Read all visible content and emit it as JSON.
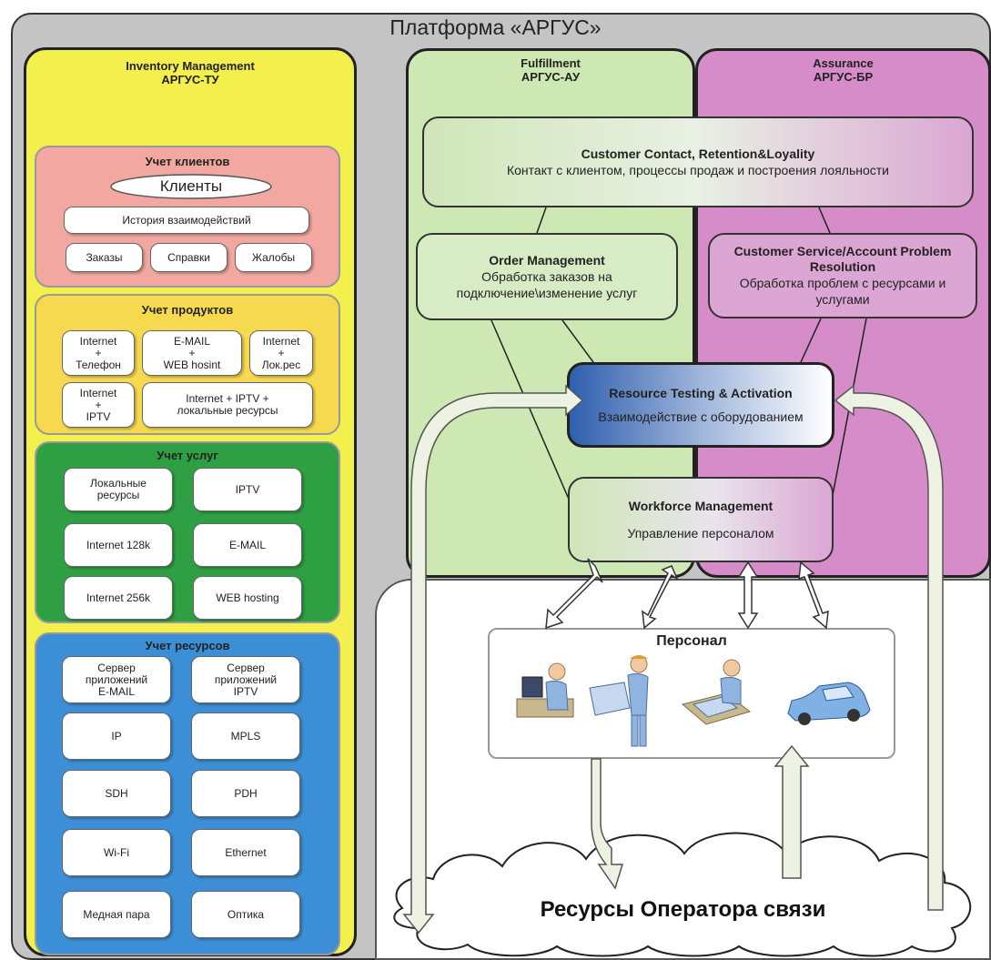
{
  "platform": {
    "title": "Платформа «АРГУС»"
  },
  "inventory": {
    "title_en": "Inventory Management",
    "title_ru": "АРГУС-ТУ",
    "clients": {
      "title": "Учет клиентов",
      "oval": "Клиенты",
      "history": "История взаимодействий",
      "items": [
        "Заказы",
        "Справки",
        "Жалобы"
      ]
    },
    "products": {
      "title": "Учет продуктов",
      "items": [
        "Internet\n+\nТелефон",
        "E-MAIL\n+\nWEB hosint",
        "Internet\n+\nЛок.рес",
        "Internet\n+\nIPTV",
        "Internet + IPTV +\nлокальные ресурсы"
      ]
    },
    "services": {
      "title": "Учет услуг",
      "items": [
        "Локальные\nресурсы",
        "IPTV",
        "Internet 128k",
        "E-MAIL",
        "Internet 256k",
        "WEB hosting"
      ]
    },
    "resources": {
      "title": "Учет ресурсов",
      "items": [
        "Сервер\nприложений\nE-MAIL",
        "Сервер\nприложений\nIPTV",
        "IP",
        "MPLS",
        "SDH",
        "PDH",
        "Wi-Fi",
        "Ethernet",
        "Медная пара",
        "Оптика"
      ]
    }
  },
  "fulfillment": {
    "title_en": "Fulfillment",
    "title_ru": "АРГУС-АУ"
  },
  "assurance": {
    "title_en": "Assurance",
    "title_ru": "АРГУС-БР"
  },
  "processes": {
    "customer_contact": {
      "title": "Customer Contact, Retention&Loyality",
      "subtitle": "Контакт с клиентом, процессы продаж и построения лояльности"
    },
    "order_mgmt": {
      "title": "Order Management",
      "subtitle": "Обработка заказов на подключение\\изменение услуг"
    },
    "customer_service": {
      "title": "Customer Service/Account Problem Resolution",
      "subtitle": "Обработка проблем с ресурсами и услугами"
    },
    "resource_testing": {
      "title": "Resource Testing & Activation",
      "subtitle": "Взаимодействие с оборудованием"
    },
    "workforce": {
      "title": "Workforce Management",
      "subtitle": "Управление персоналом"
    }
  },
  "staff": {
    "title": "Персонал",
    "icons": [
      "operator-at-computer-icon",
      "engineer-with-board-icon",
      "worker-at-desk-icon",
      "service-car-icon"
    ]
  },
  "resources_cloud": {
    "label": "Ресурсы Оператора связи"
  },
  "colors": {
    "platform": "#c4c4c4",
    "inventory": "#f3f04e",
    "fulfillment": "#cde8b2",
    "assurance": "#d68cc8",
    "clients": "#f2a7a1",
    "products": "#f6d94f",
    "services": "#2ea043",
    "resources": "#3c8fd6",
    "resource_testing": "#2f5fae"
  }
}
